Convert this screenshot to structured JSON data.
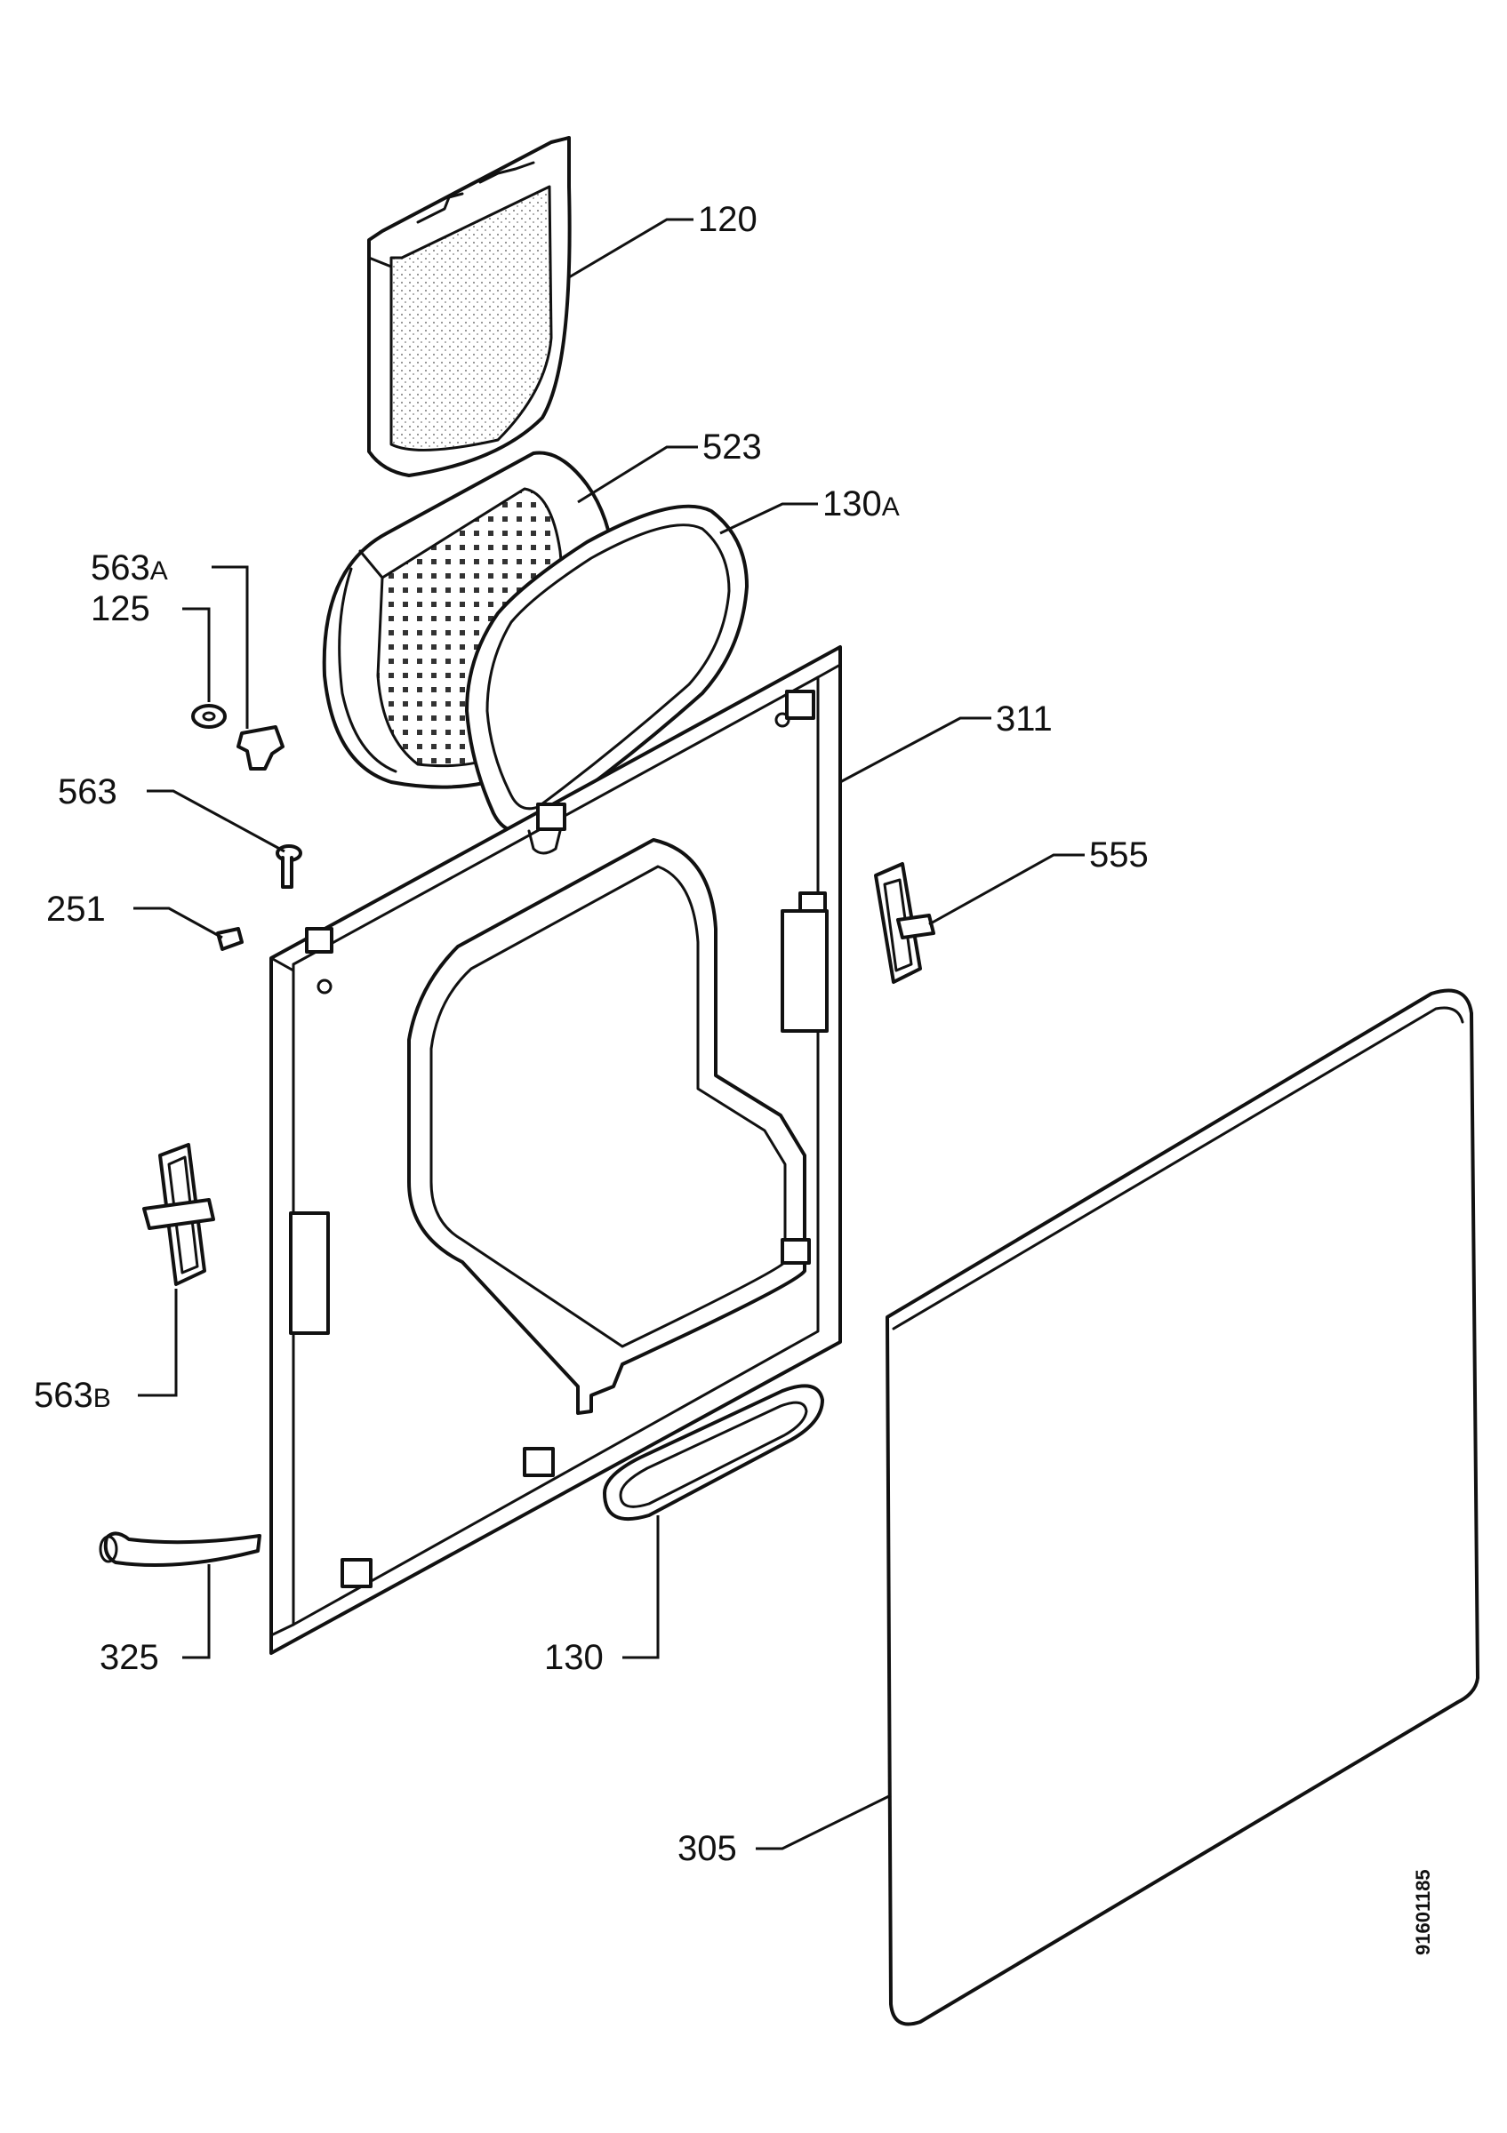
{
  "drawing_code": "91601185",
  "labels": [
    {
      "id": "120",
      "number": "120",
      "suffix": ""
    },
    {
      "id": "523",
      "number": "523",
      "suffix": ""
    },
    {
      "id": "130a",
      "number": "130",
      "suffix": "A"
    },
    {
      "id": "563a",
      "number": "563",
      "suffix": "A"
    },
    {
      "id": "125",
      "number": "125",
      "suffix": ""
    },
    {
      "id": "311",
      "number": "311",
      "suffix": ""
    },
    {
      "id": "563",
      "number": "563",
      "suffix": ""
    },
    {
      "id": "555",
      "number": "555",
      "suffix": ""
    },
    {
      "id": "251",
      "number": "251",
      "suffix": ""
    },
    {
      "id": "563b",
      "number": "563",
      "suffix": "B"
    },
    {
      "id": "325",
      "number": "325",
      "suffix": ""
    },
    {
      "id": "130",
      "number": "130",
      "suffix": ""
    },
    {
      "id": "305",
      "number": "305",
      "suffix": ""
    }
  ]
}
